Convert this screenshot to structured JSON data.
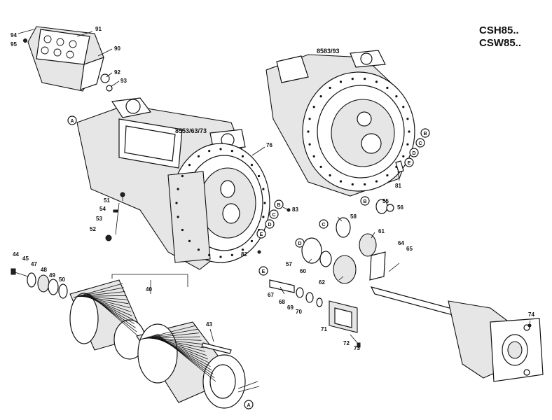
{
  "header": {
    "model_line_1": "CSH85..",
    "model_line_2": "CSW85.."
  },
  "subassemblies": {
    "left_housing": "8553/63/73",
    "right_housing": "8583/93"
  },
  "markers": [
    "A",
    "B",
    "C",
    "D",
    "E"
  ],
  "labels": {
    "p94": "94",
    "p95": "95",
    "p91": "91",
    "p90": "90",
    "p92": "92",
    "p93": "93",
    "p76": "76",
    "p51": "51",
    "p54": "54",
    "p53": "53",
    "p52": "52",
    "p83": "83",
    "p82": "82",
    "p81": "81",
    "p55": "55",
    "p56": "56",
    "p58": "58",
    "p61": "61",
    "p64": "64",
    "p65": "65",
    "p57": "57",
    "p60": "60",
    "p62": "62",
    "p67": "67",
    "p68": "68",
    "p69": "69",
    "p70": "70",
    "p71": "71",
    "p72": "72",
    "p73": "73",
    "p74": "74",
    "p44": "44",
    "p45": "45",
    "p47": "47",
    "p48": "48",
    "p49": "49",
    "p50": "50",
    "p40": "40",
    "p43": "43"
  }
}
